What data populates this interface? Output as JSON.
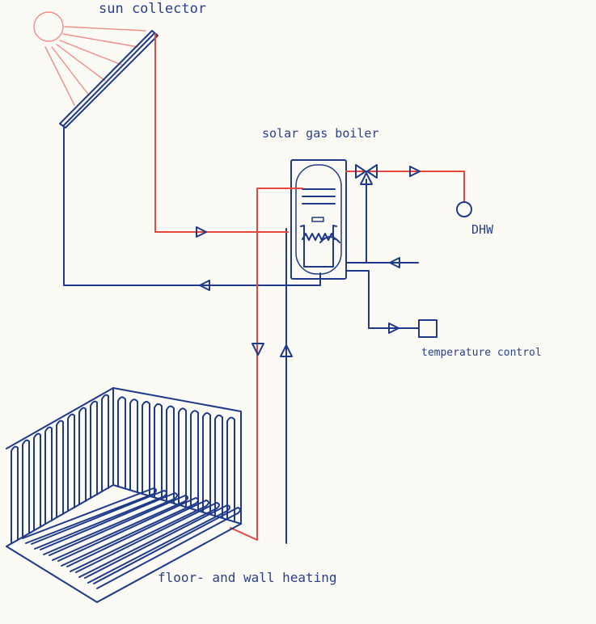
{
  "labels": {
    "sun_collector": "sun collector",
    "solar_gas_boiler": "solar gas boiler",
    "dhw": "DHW",
    "temperature_control": "temperature control",
    "floor_wall_heating": "floor- and wall heating"
  },
  "colors": {
    "cold_line": "#1f3a8a",
    "hot_line": "#e8453c",
    "sun_rays": "#f08e87",
    "background": "#fbfaf5"
  }
}
